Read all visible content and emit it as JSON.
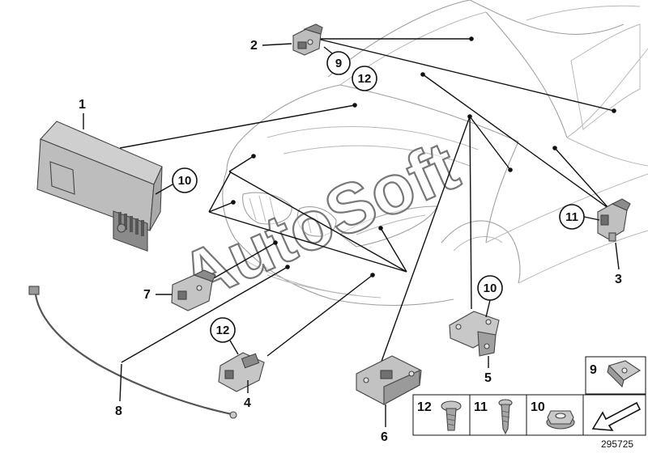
{
  "watermark": "AutoSoft",
  "reference_number": "295725",
  "callouts": {
    "c1": "1",
    "c2": "2",
    "c3": "3",
    "c4": "4",
    "c5": "5",
    "c6": "6",
    "c7": "7",
    "c8": "8"
  },
  "circled": {
    "r9_top": "9",
    "r12_top": "12",
    "r10_left": "10",
    "r11_right": "11",
    "r10_mid": "10",
    "r12_low": "12"
  },
  "legend": {
    "item9": "9",
    "item12": "12",
    "item11": "11",
    "item10": "10"
  }
}
